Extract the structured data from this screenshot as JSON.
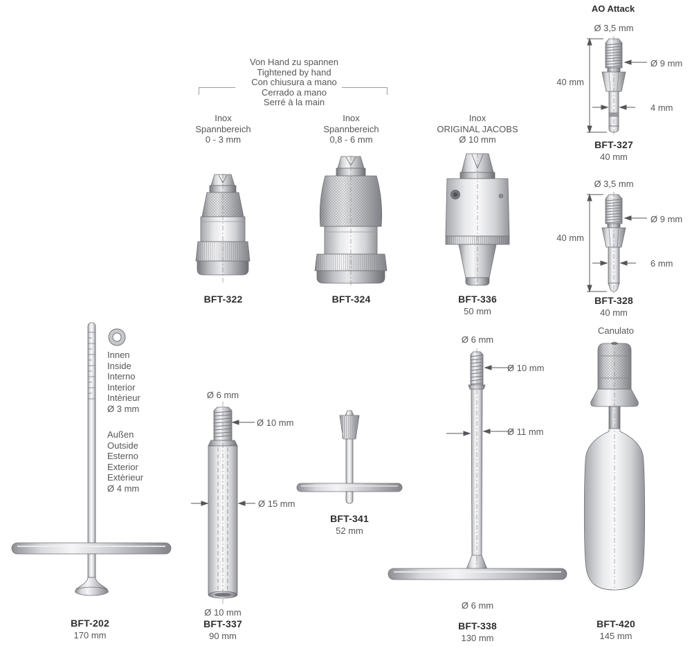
{
  "note": {
    "lines": [
      "Von Hand zu spannen",
      "Tightened by hand",
      "Con chiusura a mano",
      "Cerrado a mano",
      "Serré à la main"
    ]
  },
  "ao_title": "AO Attack",
  "products": {
    "bft322": {
      "spec": [
        "Inox",
        "Spannbereich",
        "0 - 3 mm"
      ],
      "code": "BFT-322"
    },
    "bft324": {
      "spec": [
        "Inox",
        "Spannbereich",
        "0,8 - 6 mm"
      ],
      "code": "BFT-324"
    },
    "bft336": {
      "spec": [
        "Inox",
        "ORIGINAL JACOBS",
        "Ø 10 mm"
      ],
      "code": "BFT-336",
      "length": "50 mm"
    },
    "bft327": {
      "dia_top": "Ø 3,5 mm",
      "dia_head": "Ø 9 mm",
      "side_length": "40 mm",
      "dia_shaft": "4 mm",
      "code": "BFT-327",
      "length": "40 mm"
    },
    "bft328": {
      "dia_top": "Ø 3,5 mm",
      "dia_head": "Ø 9 mm",
      "side_length": "40 mm",
      "dia_shaft": "6 mm",
      "code": "BFT-328",
      "length": "40 mm"
    },
    "bft202": {
      "inner": [
        "Innen",
        "Inside",
        "Interno",
        "Interior",
        "Intèrieur",
        "Ø 3 mm"
      ],
      "outer": [
        "Außen",
        "Outside",
        "Esterno",
        "Exterior",
        "Extèrieur",
        "Ø 4 mm"
      ],
      "code": "BFT-202",
      "length": "170 mm"
    },
    "bft337": {
      "dia_top": "Ø 6 mm",
      "dia_thread": "Ø 10 mm",
      "dia_body": "Ø 15 mm",
      "dia_bottom": "Ø 10 mm",
      "code": "BFT-337",
      "length": "90 mm"
    },
    "bft341": {
      "code": "BFT-341",
      "length": "52 mm"
    },
    "bft338": {
      "dia_top": "Ø 6 mm",
      "dia_thread": "Ø 10 mm",
      "dia_body": "Ø 11 mm",
      "dia_bottom": "Ø 6 mm",
      "code": "BFT-338",
      "length": "130 mm"
    },
    "bft420": {
      "title": "Canulato",
      "code": "BFT-420",
      "length": "145 mm"
    }
  }
}
